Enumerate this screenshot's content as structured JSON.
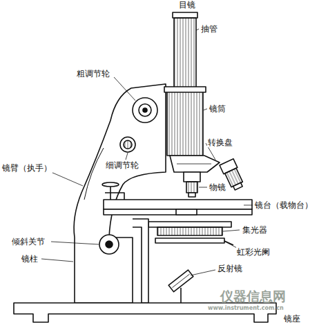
{
  "diagram": {
    "labels": [
      "目镜",
      "抽管",
      "粗调节轮",
      "镜筒",
      "转换盘",
      "细调节轮",
      "镜臂（执手）",
      "物镜",
      "镜台（载物台）",
      "集光器",
      "虹彩光阑",
      "倾斜关节",
      "镜柱",
      "反射镜",
      "镜座",
      "仪器信息网",
      "www.instrument.com.cn"
    ]
  }
}
